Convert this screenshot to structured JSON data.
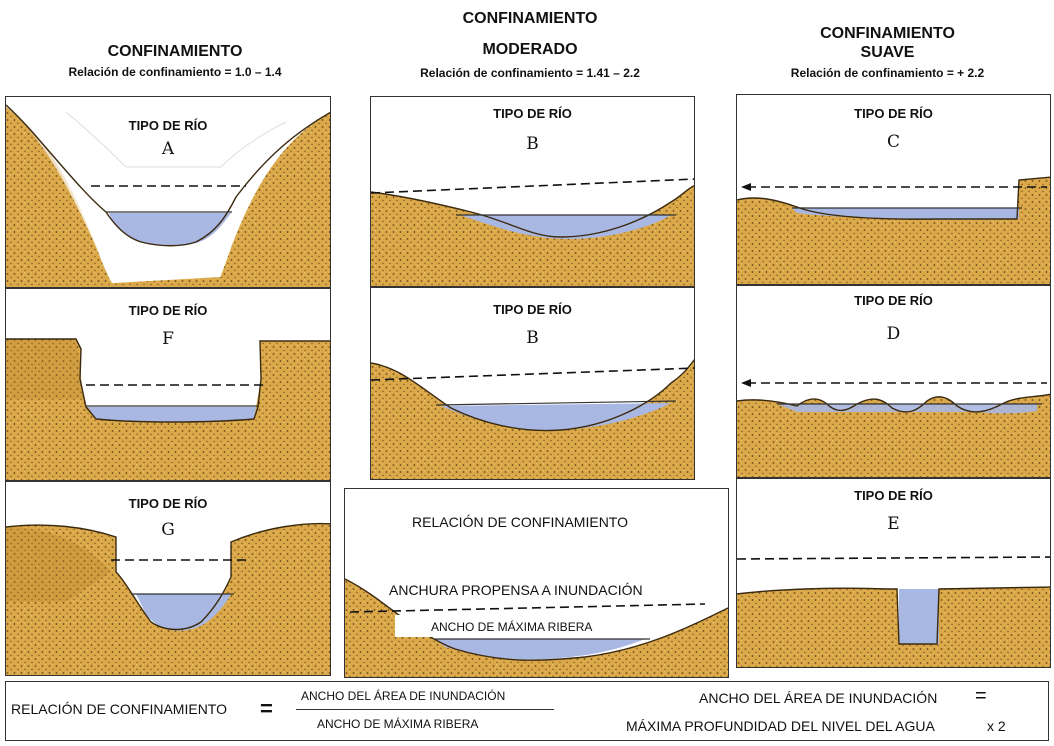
{
  "columns": [
    {
      "title": "CONFINAMIENTO",
      "subtitle": "Relación de confinamiento = 1.0 – 1.4"
    },
    {
      "title_line1": "CONFINAMIENTO",
      "title_line2": "MODERADO",
      "subtitle": "Relación de confinamiento = 1.41 – 2.2"
    },
    {
      "title_line1": "CONFINAMIENTO",
      "title_line2": "SUAVE",
      "subtitle": "Relación de confinamiento = + 2.2"
    }
  ],
  "panel_heading": "TIPO DE RÍO",
  "panels": {
    "a": {
      "letter": "A"
    },
    "b1": {
      "letter": "B"
    },
    "c": {
      "letter": "C"
    },
    "f": {
      "letter": "F"
    },
    "b2": {
      "letter": "B"
    },
    "d": {
      "letter": "D"
    },
    "g": {
      "letter": "G"
    },
    "e": {
      "letter": "E"
    }
  },
  "legend_panel": {
    "title": "RELACIÓN DE CONFINAMIENTO",
    "flood_width": "ANCHURA PROPENSA A INUNDACIÓN",
    "bankfull_width": "ANCHO DE MÁXIMA RIBERA"
  },
  "formula": {
    "lhs": "RELACIÓN DE CONFINAMIENTO",
    "eq": "=",
    "numerator": "ANCHO DEL ÁREA DE INUNDACIÓN",
    "denominator": "ANCHO DE MÁXIMA RIBERA",
    "rhs_top": "ANCHO DEL ÁREA DE INUNDACIÓN",
    "rhs_eq": "=",
    "rhs_bottom": "MÁXIMA PROFUNDIDAD DEL NIVEL DEL AGUA",
    "rhs_mult": "x  2"
  },
  "colors": {
    "soil": "#d9a544",
    "soil_dark": "#b88430",
    "water": "#a9b7e3",
    "border": "#333333"
  }
}
